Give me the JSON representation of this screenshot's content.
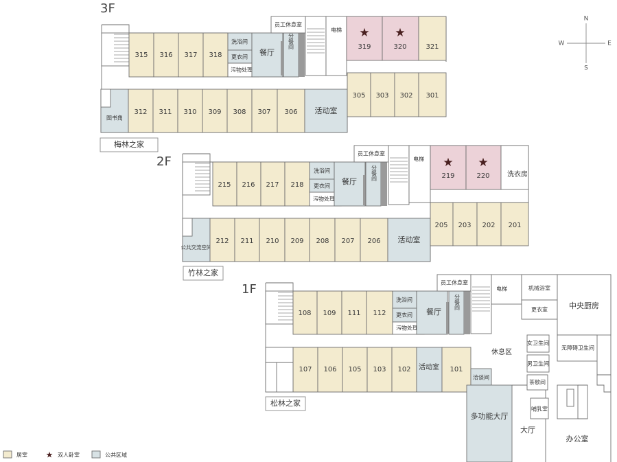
{
  "floors": [
    {
      "label": "3F",
      "building": "梅林之家",
      "rooms_top": [
        "315",
        "316",
        "317",
        "318"
      ],
      "rooms_bottom": [
        "312",
        "311",
        "310",
        "309",
        "308",
        "307",
        "306"
      ],
      "rooms_right_top": [
        "319",
        "320",
        "321"
      ],
      "rooms_right_bottom": [
        "305",
        "303",
        "302",
        "301"
      ],
      "wash": "洗浴间",
      "locker": "更衣间",
      "dirty": "污物处理室",
      "dining": "餐厅",
      "serve": "分餐间",
      "staff": "员工休息室",
      "elevator": "电梯",
      "activity": "活动室",
      "corner": "图书角"
    },
    {
      "label": "2F",
      "building": "竹林之家",
      "rooms_top": [
        "215",
        "216",
        "217",
        "218"
      ],
      "rooms_bottom": [
        "212",
        "211",
        "210",
        "209",
        "208",
        "207",
        "206"
      ],
      "rooms_right_top": [
        "219",
        "220"
      ],
      "rooms_right_bottom": [
        "205",
        "203",
        "202",
        "201"
      ],
      "laundry": "洗衣房",
      "wash": "洗浴间",
      "locker": "更衣间",
      "dirty": "污物处理室",
      "dining": "餐厅",
      "serve": "分餐间",
      "staff": "员工休息室",
      "elevator": "电梯",
      "activity": "活动室",
      "corner": "公共交流空间"
    },
    {
      "label": "1F",
      "building": "松林之家",
      "rooms_top": [
        "108",
        "109",
        "111",
        "112"
      ],
      "rooms_bottom": [
        "107",
        "106",
        "105",
        "103",
        "102"
      ],
      "room_101": "101",
      "wash": "洗浴间",
      "locker": "更衣间",
      "dirty": "污物处理室",
      "dining": "餐厅",
      "serve": "分餐间",
      "staff": "员工休息室",
      "elevator": "电梯",
      "activity": "活动室",
      "talk": "洽谈间",
      "rest": "休息区",
      "hall": "多功能大厅",
      "lobby": "大厅",
      "mech_bath": "机械浴室",
      "locker2": "更衣室",
      "kitchen": "中央厨房",
      "wc_f": "女卫生间",
      "wc_m": "男卫生间",
      "wc_a": "无障碍卫生间",
      "tea": "茶歇间",
      "nursing": "哺乳室",
      "office": "办公室"
    }
  ],
  "compass": {
    "n": "N",
    "s": "S",
    "e": "E",
    "w": "W"
  },
  "legend": {
    "resident": "居室",
    "double": "双人卧室",
    "public": "公共区域"
  },
  "star_glyph": "★",
  "colors": {
    "resident": "#f3ebcf",
    "double": "#ecd2d8",
    "public": "#d8e2e5",
    "line": "#6e6e6e"
  }
}
